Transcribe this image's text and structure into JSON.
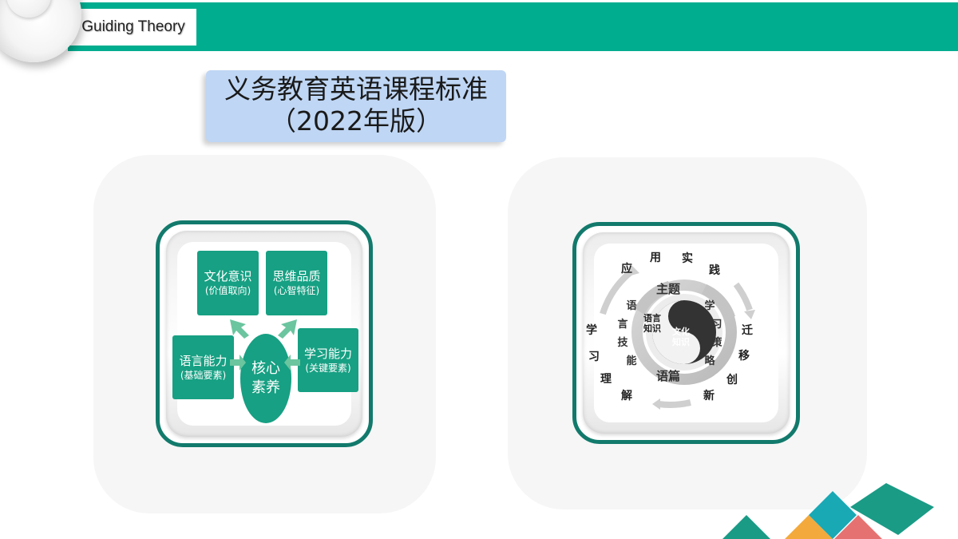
{
  "header": {
    "label": "Guiding Theory",
    "bar_color": "#00ad8f"
  },
  "title": {
    "line1": "义务教育英语课程标准",
    "line2": "（2022年版）"
  },
  "left_diagram": {
    "center": {
      "line1": "核心",
      "line2": "素养"
    },
    "boxes": [
      {
        "title": "文化意识",
        "sub": "(价值取向)"
      },
      {
        "title": "思维品质",
        "sub": "(心智特征)"
      },
      {
        "title": "语言能力",
        "sub": "(基础要素)"
      },
      {
        "title": "学习能力",
        "sub": "(关键要素)"
      }
    ]
  },
  "right_diagram": {
    "outer": [
      "应",
      "用",
      "实",
      "践",
      "迁",
      "移",
      "创",
      "新",
      "学",
      "习",
      "理",
      "解"
    ],
    "ring": {
      "top": "主题",
      "bottom": "语篇",
      "left": [
        "语",
        "言",
        "技",
        "能"
      ],
      "right": [
        "学",
        "习",
        "策",
        "略"
      ]
    },
    "yin": {
      "line1": "语言",
      "line2": "知识"
    },
    "yang": {
      "line1": "文化",
      "line2": "知识"
    }
  },
  "colors": {
    "green": "#17a083",
    "frame": "#127a6c",
    "title_bg": "#bfd6f4",
    "deco_teal": "#1a9b86",
    "deco_orange": "#f4a93c",
    "deco_cyan": "#18a9b5",
    "deco_red": "#e57271"
  }
}
